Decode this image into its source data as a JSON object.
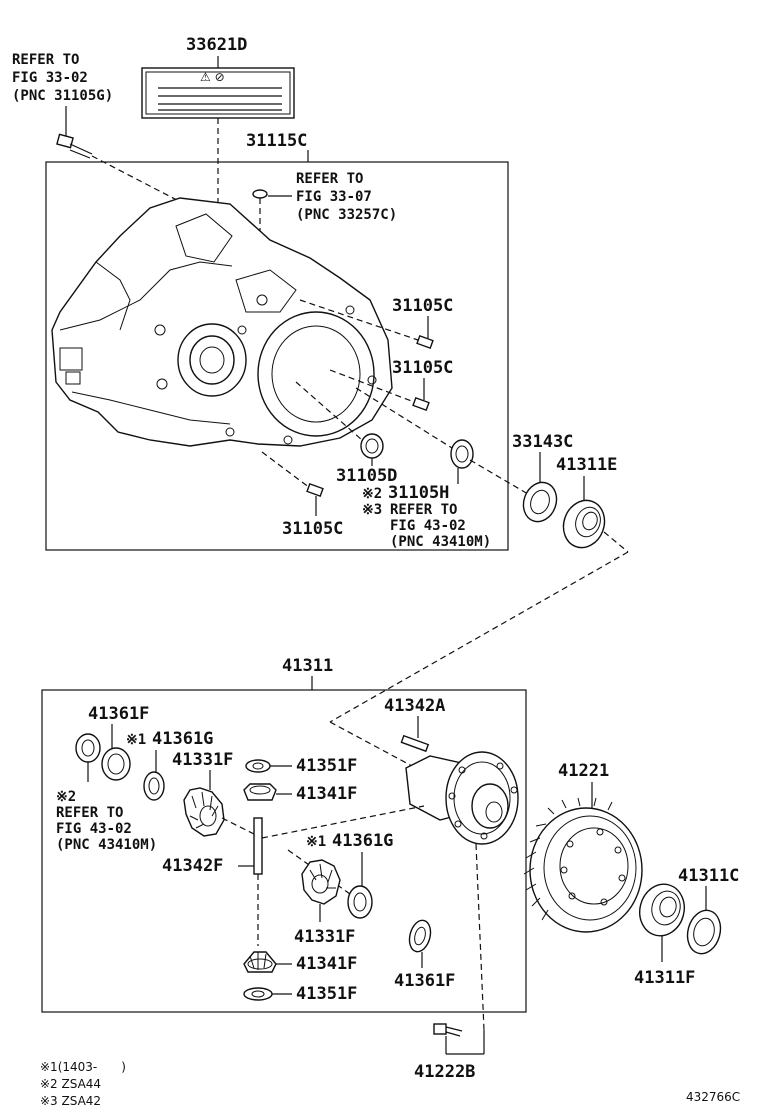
{
  "diagram": {
    "top_group": {
      "box_label": "31115C",
      "labels": {
        "refer_3302_line1": "REFER TO",
        "refer_3302_line2": "FIG 33-02",
        "refer_3302_line3": "(PNC 31105G)",
        "p33621d": "33621D",
        "label_plate_text": "⚠ ⊘",
        "refer_3307_line1": "REFER TO",
        "refer_3307_line2": "FIG 33-07",
        "refer_3307_line3": "(PNC 33257C)",
        "p31105c_a": "31105C",
        "p31105c_b": "31105C",
        "p31105d": "31105D",
        "p31105h": "31105H",
        "p31105h_mark": "※2",
        "refer_4302_mark": "※3",
        "refer_4302_line1": "REFER TO",
        "refer_4302_line2": "FIG 43-02",
        "refer_4302_line3": "(PNC 43410M)",
        "p31105c_c": "31105C",
        "p33143c": "33143C",
        "p41311e": "41311E"
      }
    },
    "bottom_group": {
      "box_label": "41311",
      "labels": {
        "p41342a": "41342A",
        "p41361f_a": "41361F",
        "p41361g_a_mark": "※1",
        "p41361g_a": "41361G",
        "p41331f_a": "41331F",
        "p41351f_a": "41351F",
        "p41341f_a": "41341F",
        "refer_mark": "※2",
        "refer_line1": "REFER TO",
        "refer_line2": "FIG 43-02",
        "refer_line3": "(PNC 43410M)",
        "p41342f": "41342F",
        "p41361g_b_mark": "※1",
        "p41361g_b": "41361G",
        "p41331f_b": "41331F",
        "p41341f_b": "41341F",
        "p41351f_b": "41351F",
        "p41361f_b": "41361F",
        "p41221": "41221",
        "p41311c": "41311C",
        "p41311f": "41311F",
        "p41222b": "41222B"
      }
    },
    "footnotes": {
      "n1": "※1(1403-　　)",
      "n2": "※2 ZSA44",
      "n3": "※3 ZSA42"
    },
    "illustration_id": "432766C"
  }
}
